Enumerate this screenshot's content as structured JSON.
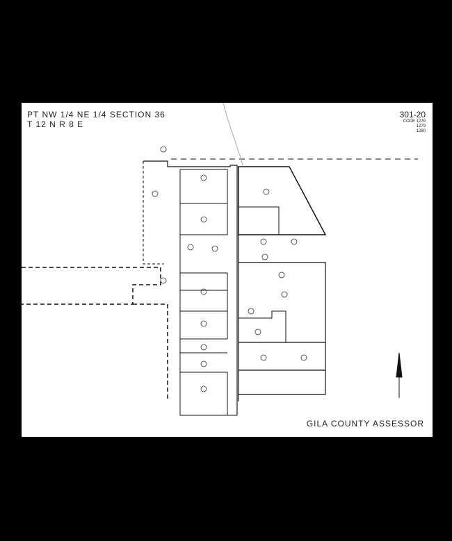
{
  "map": {
    "title_line1": "PT NW 1/4 NE 1/4 SECTION 36",
    "title_line2": "T 12 N R 8 E",
    "map_number": "301-20",
    "code_label": "CODE 1276",
    "code_values": [
      "1279",
      "1280"
    ],
    "footer": "GILA COUNTY ASSESSOR"
  }
}
